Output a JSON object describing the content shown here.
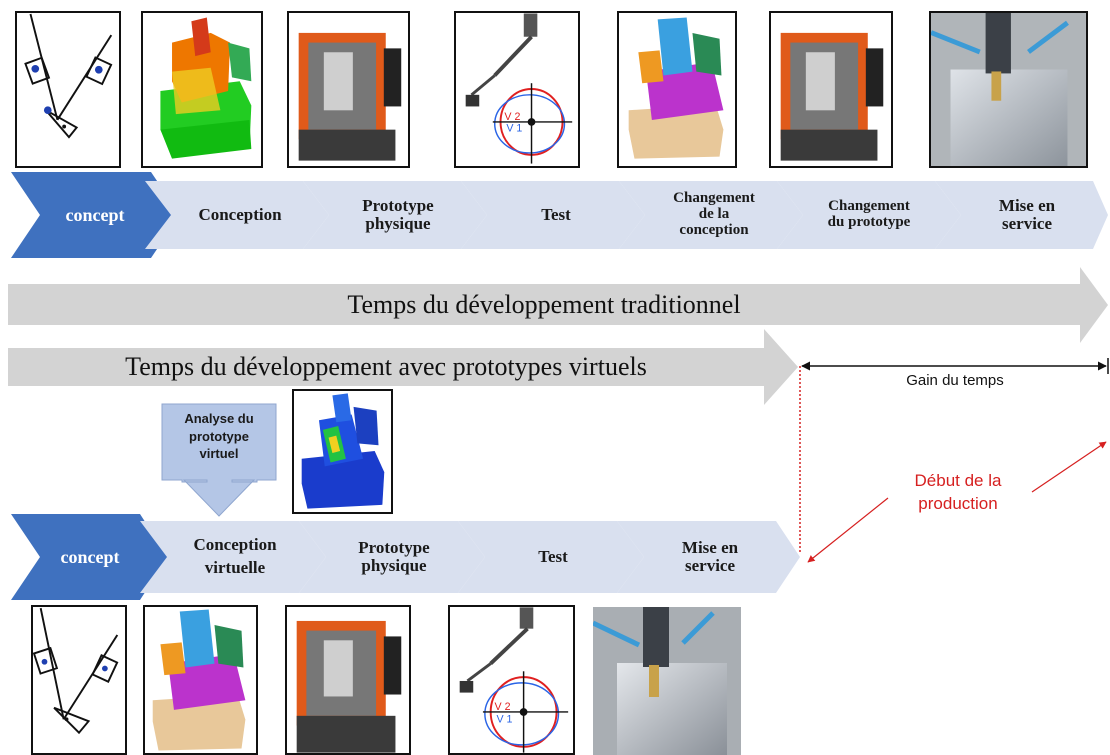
{
  "top_process": {
    "steps": [
      {
        "label": "concept"
      },
      {
        "label": "Conception"
      },
      {
        "label": "Prototype\nphysique"
      },
      {
        "label": "Test"
      },
      {
        "label": "Changement\nde la\nconception"
      },
      {
        "label": "Changement\ndu prototype"
      },
      {
        "label": "Mise en\nservice"
      }
    ]
  },
  "bottom_process": {
    "steps": [
      {
        "label": "concept"
      },
      {
        "label": "Conception\nvirtuelle"
      },
      {
        "label": "Prototype\nphysique"
      },
      {
        "label": "Test"
      },
      {
        "label": "Mise en\nservice"
      }
    ]
  },
  "timelines": {
    "traditional": "Temps du développement traditionnel",
    "virtual": "Temps du développement avec prototypes virtuels"
  },
  "gain_label": "Gain du temps",
  "production_start_label": "Début de la\nproduction",
  "analysis_callout": "Analyse du\nprototype\nvirtuel",
  "figure_labels": {
    "v2": "V 2",
    "v1": "V 1"
  },
  "colors": {
    "chevron_first": "#3f71bf",
    "chevron": "#d9e0ef",
    "timeline_bar": "#d3d3d3",
    "callout": "#b4c6e6",
    "production_red": "#d62020"
  }
}
